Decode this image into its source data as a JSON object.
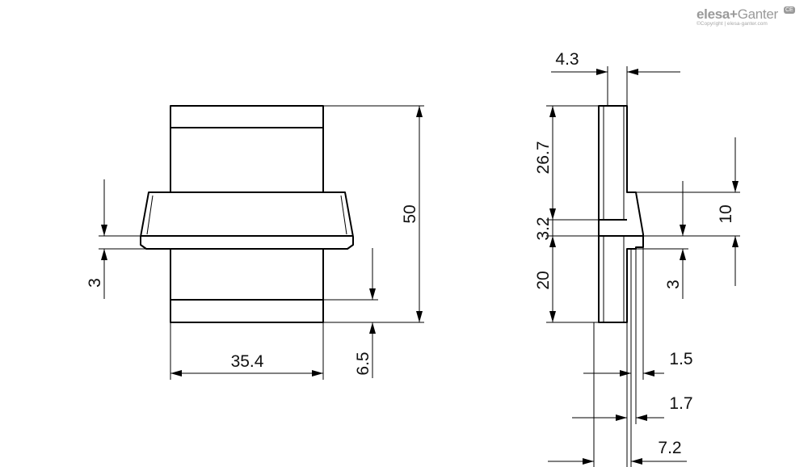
{
  "brand": {
    "name_part1": "elesa",
    "plus": "+",
    "name_part2": "Ganter",
    "copyright": "©Copyright | elesa-ganter.com",
    "badge": "CE"
  },
  "dimensions": {
    "front": {
      "total_height": "50",
      "width": "35.4",
      "flange_thickness": "3",
      "bottom_chamfer": "6.5"
    },
    "side": {
      "top_width": "4.3",
      "upper_length": "26.7",
      "gap": "3.2",
      "lower_length": "20",
      "taper_height": "10",
      "lug_height": "3",
      "offset_1": "1.5",
      "offset_2": "1.7",
      "total_width": "7.2"
    }
  },
  "colors": {
    "line": "#000000",
    "text": "#111111",
    "brand": "#9a9a9a"
  }
}
